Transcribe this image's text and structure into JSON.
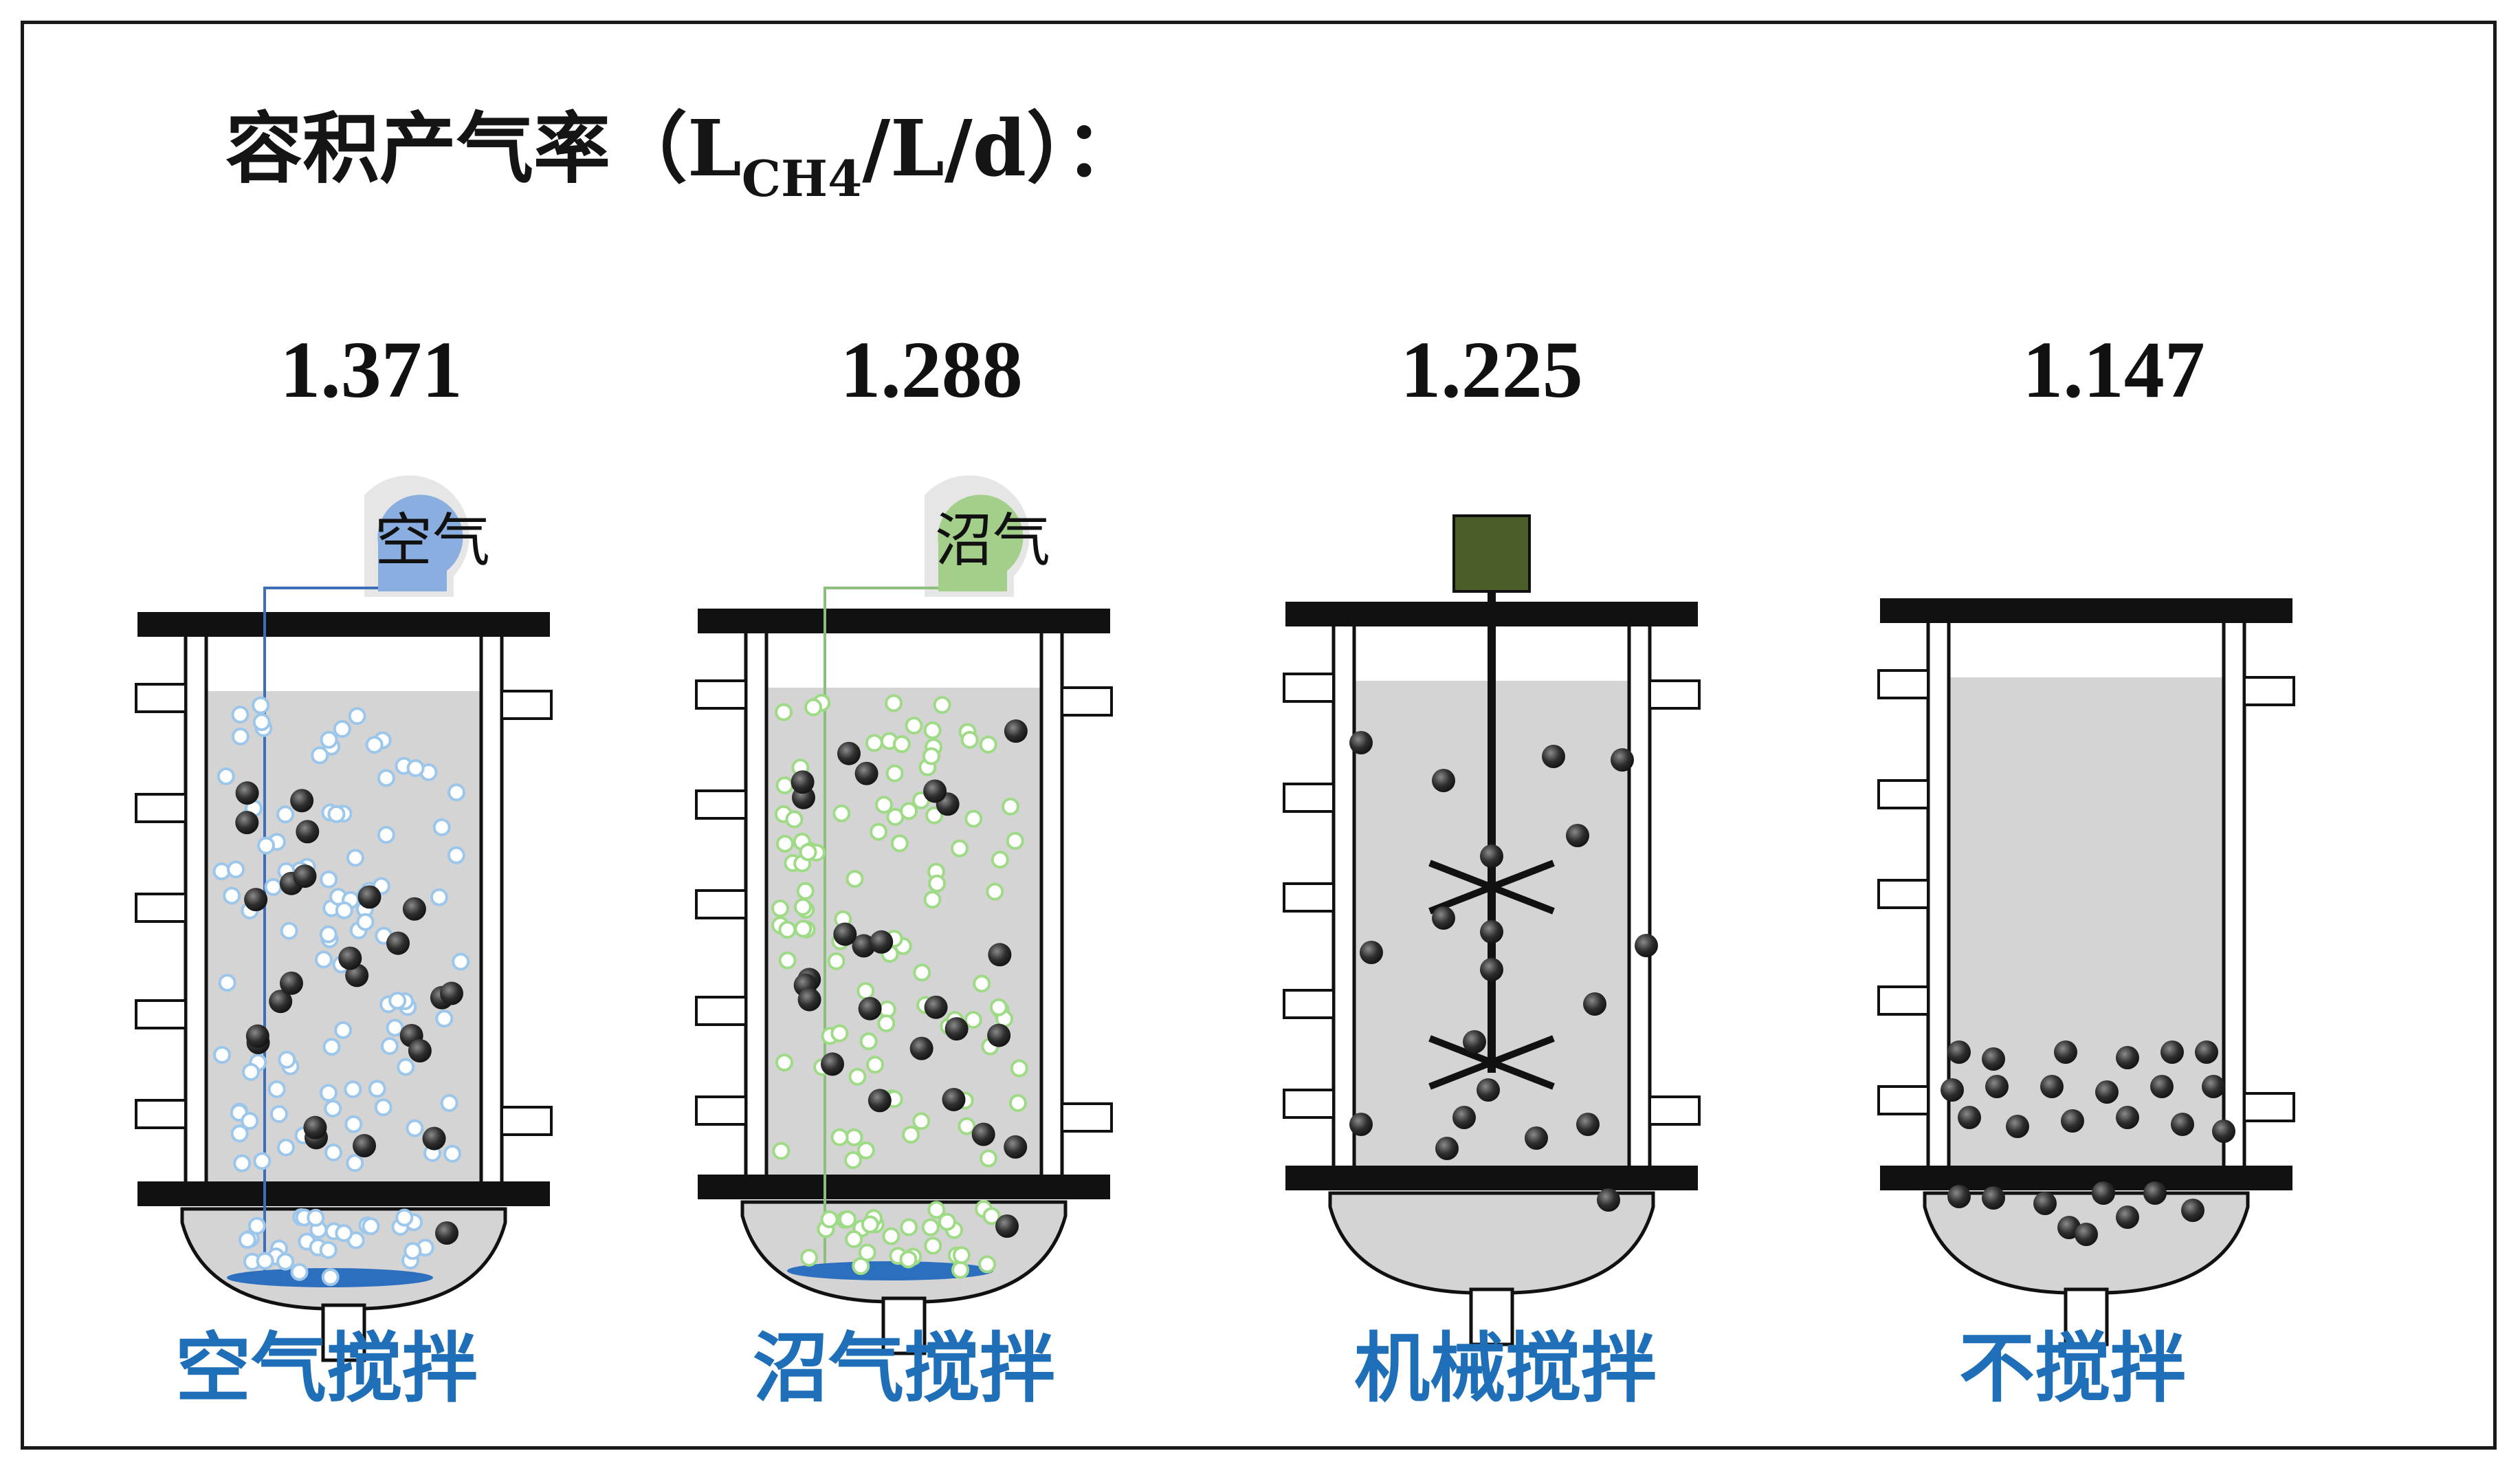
{
  "title": {
    "prefix": "容积产气率（L",
    "subscript": "CH4",
    "suffix": "/L/d）："
  },
  "reactors": [
    {
      "value": "1.371",
      "label": "空气搅拌",
      "gas": "空气",
      "gas_color": "#8aaee0",
      "bubble_color": "#9cc6ea",
      "mode": "air"
    },
    {
      "value": "1.288",
      "label": "沼气搅拌",
      "gas": "沼气",
      "gas_color": "#a3cf8a",
      "bubble_color": "#9fdb86",
      "mode": "biogas"
    },
    {
      "value": "1.225",
      "label": "机械搅拌",
      "gas": "",
      "gas_color": "",
      "bubble_color": "",
      "mode": "mechanical"
    },
    {
      "value": "1.147",
      "label": "不搅拌",
      "gas": "",
      "gas_color": "",
      "bubble_color": "",
      "mode": "none"
    }
  ],
  "colors": {
    "caption": "#1f6fb8",
    "liquid": "#d4d4d4",
    "motor": "#4a5e2a",
    "diffuser": "#2d6fbf",
    "particle": "#444444"
  }
}
